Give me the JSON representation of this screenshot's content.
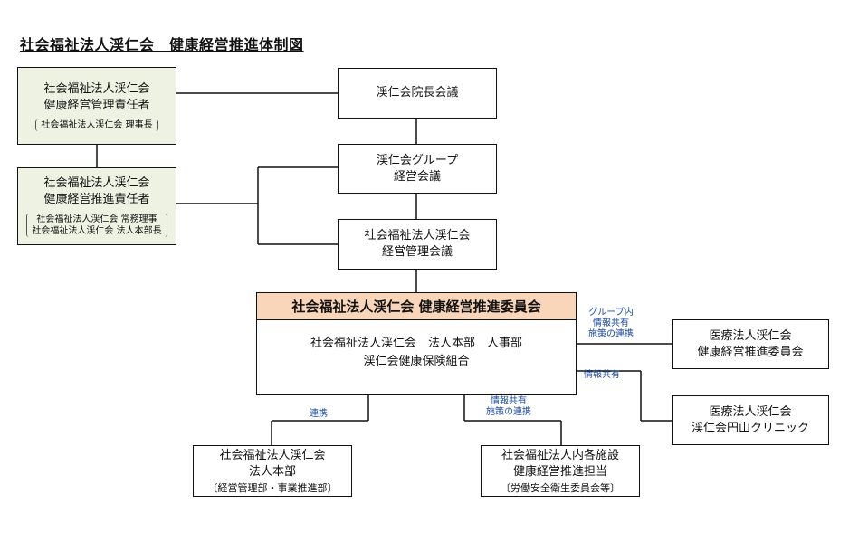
{
  "title": "社会福祉法人渓仁会　健康経営推進体制図",
  "boxes": {
    "manager": {
      "line1": "社会福祉法人渓仁会",
      "line2": "健康経営管理責任者",
      "note1": "社会福祉法人渓仁会 理事長"
    },
    "promoter": {
      "line1": "社会福祉法人渓仁会",
      "line2": "健康経営推進責任者",
      "note1": "社会福祉法人渓仁会 常務理事",
      "note2": "社会福祉法人渓仁会 法人本部長"
    },
    "directors_meeting": {
      "line1": "渓仁会院長会議"
    },
    "group_meeting": {
      "line1": "渓仁会グループ",
      "line2": "経営会議"
    },
    "mgmt_meeting": {
      "line1": "社会福祉法人渓仁会",
      "line2": "経営管理会議"
    },
    "committee": {
      "header": "社会福祉法人渓仁会 健康経営推進委員会",
      "line1": "社会福祉法人渓仁会　法人本部　人事部",
      "line2": "渓仁会健康保険組合"
    },
    "medical_committee": {
      "line1": "医療法人渓仁会",
      "line2": "健康経営推進委員会"
    },
    "clinic": {
      "line1": "医療法人渓仁会",
      "line2": "渓仁会円山クリニック"
    },
    "hq": {
      "line1": "社会福祉法人渓仁会",
      "line2": "法人本部",
      "sub": "〔経営管理部・事業推進部〕"
    },
    "facilities": {
      "line1": "社会福祉法人内各施設",
      "line2": "健康経営推進担当",
      "sub": "〔労働安全衛生委員会等〕"
    }
  },
  "labels": {
    "group_share_1": "グループ内",
    "group_share_2": "情報共有",
    "group_share_3": "施策の連携",
    "info_share": "情報共有",
    "cooperation": "連携",
    "facility_share_1": "情報共有",
    "facility_share_2": "施策の連携"
  },
  "colors": {
    "header_fill": "#f9d6b9",
    "green_fill": "#eef2e3",
    "label_blue": "#1a4aa3"
  }
}
